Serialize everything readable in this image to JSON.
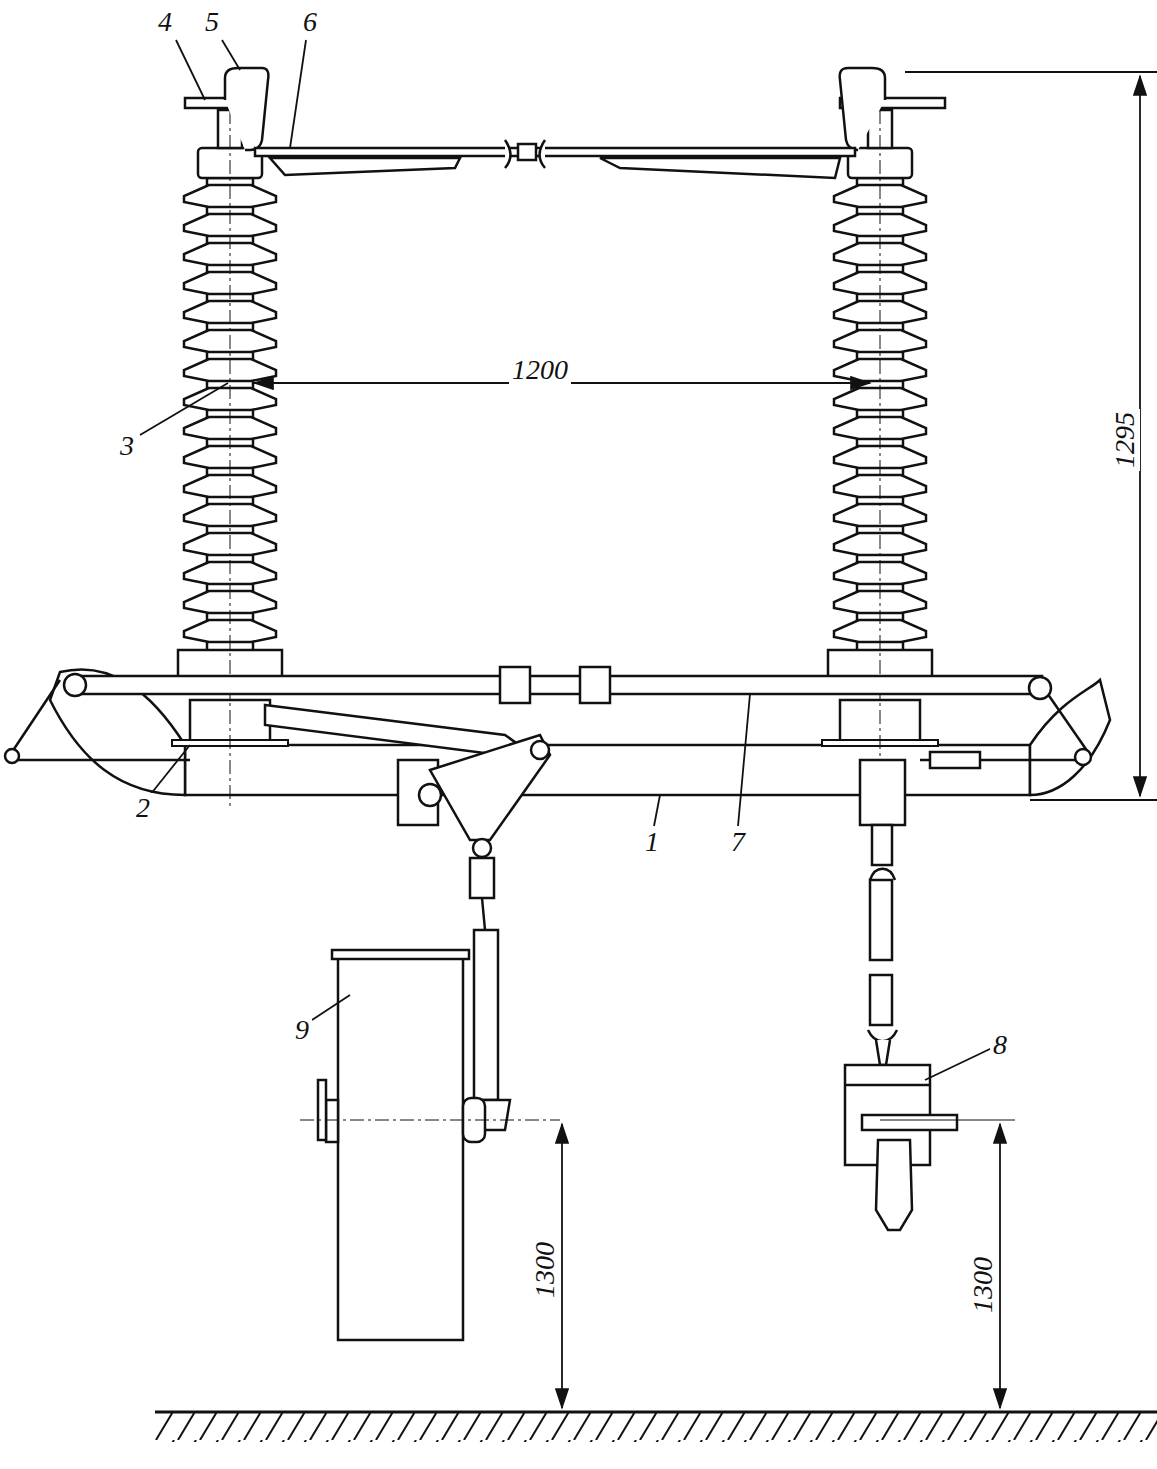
{
  "diagram": {
    "labels": [
      "4",
      "5",
      "6",
      "1200",
      "3",
      "1295",
      "2",
      "1",
      "7",
      "9",
      "8",
      "1300",
      "1300"
    ]
  }
}
